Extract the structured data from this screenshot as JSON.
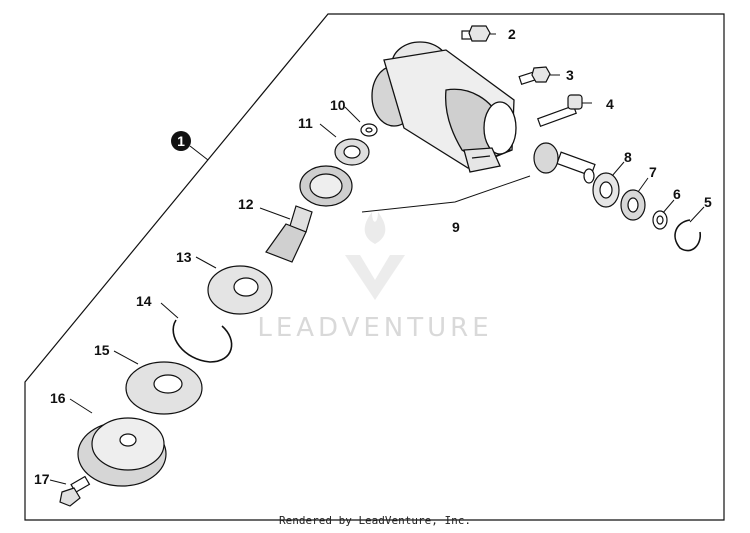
{
  "diagram": {
    "assembly_callout": "1",
    "callouts": [
      "2",
      "3",
      "4",
      "5",
      "6",
      "7",
      "8",
      "9",
      "10",
      "11",
      "12",
      "13",
      "14",
      "15",
      "16",
      "17"
    ],
    "watermark": "LEADVENTURE",
    "footer": "Rendered by LeadVenture, Inc."
  },
  "colors": {
    "line": "#111111",
    "fill": "#ffffff",
    "shade": "#cfcfcf",
    "watermark": "#d9d9d9"
  }
}
